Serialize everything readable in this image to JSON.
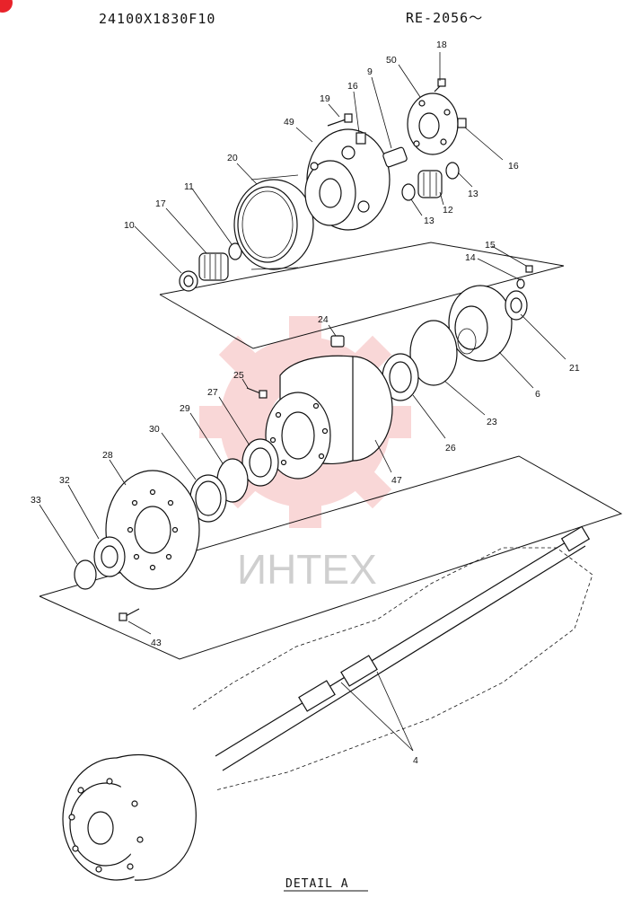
{
  "header": {
    "part_number": "24100X1830F10",
    "range": "RE-2056～"
  },
  "watermark": {
    "text": "ИНТЕХ",
    "color": "#f2a0a0"
  },
  "caption": "DETAIL A",
  "callouts": [
    "18",
    "50",
    "9",
    "19",
    "16",
    "49",
    "16",
    "20",
    "11",
    "17",
    "13",
    "12",
    "13",
    "10",
    "15",
    "14",
    "24",
    "21",
    "6",
    "23",
    "25",
    "27",
    "29",
    "26",
    "30",
    "47",
    "28",
    "32",
    "33",
    "43",
    "4"
  ],
  "colors": {
    "line": "#111111",
    "badge": "#e8232a",
    "watermark_gear": "#f5b8b8"
  }
}
